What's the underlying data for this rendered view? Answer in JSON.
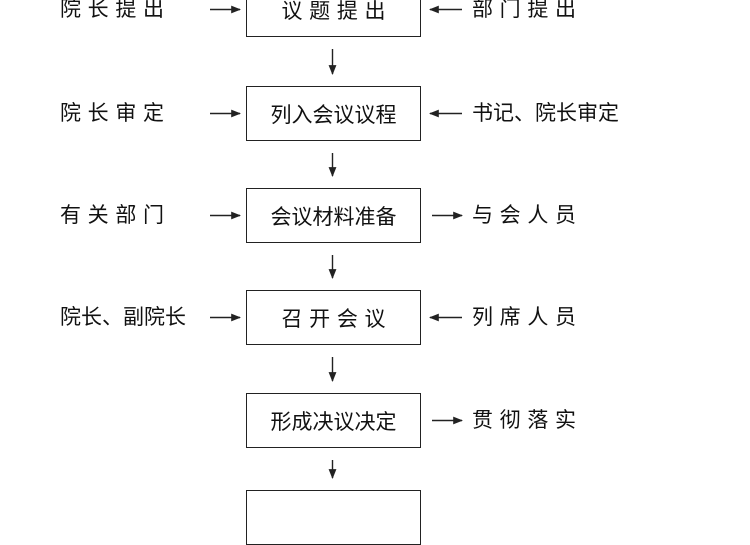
{
  "diagram": {
    "steps": [
      {
        "label": "议 题 提 出",
        "left": "院 长 提 出",
        "left_dir": "in",
        "right": "部 门 提 出",
        "right_dir": "in"
      },
      {
        "label": "列入会议议程",
        "left": "院 长 审 定",
        "left_dir": "in",
        "right": "书记、院长审定",
        "right_dir": "in"
      },
      {
        "label": "会议材料准备",
        "left": "有 关 部 门",
        "left_dir": "in",
        "right": "与 会 人 员",
        "right_dir": "out"
      },
      {
        "label": "召 开 会 议",
        "left": "院长、副院长",
        "left_dir": "in",
        "right": "列 席 人 员",
        "right_dir": "in"
      },
      {
        "label": "形成决议决定",
        "left": "",
        "left_dir": "",
        "right": "贯 彻 落 实",
        "right_dir": "out"
      },
      {
        "label": "",
        "left": "",
        "left_dir": "",
        "right": "",
        "right_dir": ""
      }
    ]
  }
}
